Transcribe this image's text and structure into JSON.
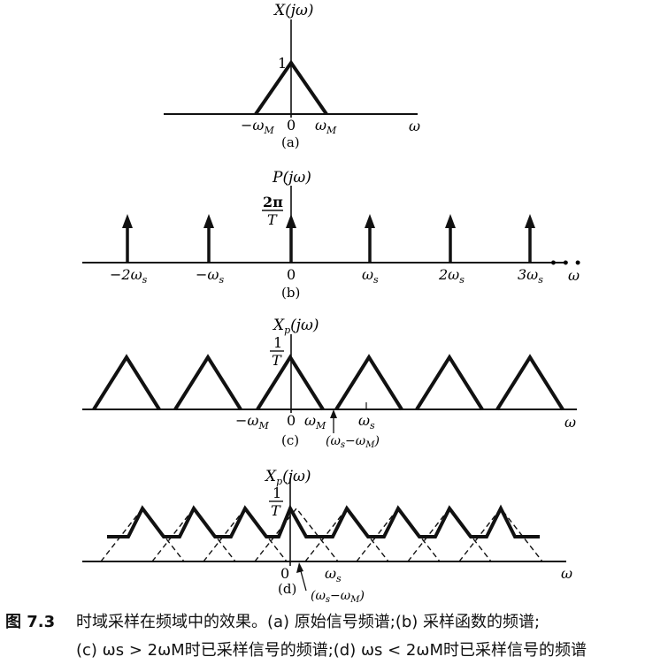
{
  "panel_a": {
    "ylabel": "X(jω)",
    "peak": "1",
    "ticks": [
      "−ω",
      "0",
      "ω"
    ],
    "tick_sub": "M",
    "xlabel": "ω",
    "tag": "(a)"
  },
  "panel_b": {
    "ylabel": "P(jω)",
    "height_num": "2π",
    "height_den": "T",
    "ticks": [
      "−2ω",
      "−ω",
      "0",
      "ω",
      "2ω",
      "3ω"
    ],
    "tick_sub": "s",
    "ellipsis": "• • •",
    "xlabel": "ω",
    "tag": "(b)"
  },
  "panel_c": {
    "ylabel_main": "X",
    "ylabel_sub": "p",
    "ylabel_tail": "(jω)",
    "height_num": "1",
    "height_den": "T",
    "ticks": [
      "−ω",
      "0",
      "ω",
      "ω"
    ],
    "tick_subs": [
      "M",
      "",
      "M",
      "s"
    ],
    "arrow_label": "(ω",
    "arrow_label_sub1": "s",
    "arrow_label_mid": "−ω",
    "arrow_label_sub2": "M",
    "arrow_label_end": ")",
    "xlabel": "ω",
    "tag": "(c)"
  },
  "panel_d": {
    "ylabel_main": "X",
    "ylabel_sub": "p",
    "ylabel_tail": "(jω)",
    "height_num": "1",
    "height_den": "T",
    "ticks": [
      "0",
      "ω"
    ],
    "tick_subs": [
      "",
      "s"
    ],
    "arrow_label": "(ω",
    "arrow_label_sub1": "s",
    "arrow_label_mid": "−ω",
    "arrow_label_sub2": "M",
    "arrow_label_end": ")",
    "xlabel": "ω",
    "tag": "(d)"
  },
  "caption": {
    "number": "图 7.3",
    "line1": "时域采样在频域中的效果。(a) 原始信号频谱;(b) 采样函数的频谱;",
    "line2": "(c) ωs > 2ωM时已采样信号的频谱;(d) ωs < 2ωM时已采样信号的频谱"
  }
}
